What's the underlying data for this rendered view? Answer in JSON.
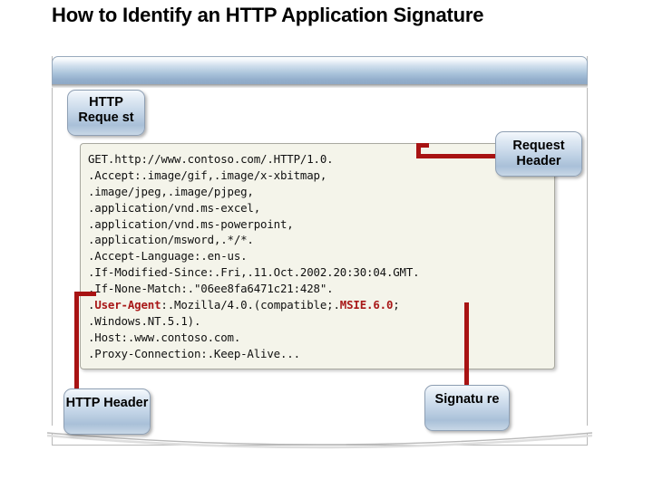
{
  "slide": {
    "title": "How to Identify an HTTP Application Signature"
  },
  "panel": {
    "titlebar_label": ""
  },
  "callouts": [
    {
      "id": "http-request",
      "label": "HTTP Reque st"
    },
    {
      "id": "request-header",
      "label": "Request Header"
    },
    {
      "id": "http-header",
      "label": "HTTP Header"
    },
    {
      "id": "signature",
      "label": "Signatu re"
    }
  ],
  "code": {
    "lines": [
      {
        "text": "GET.http://www.contoso.com/.HTTP/1.0."
      },
      {
        "text": ".Accept:.image/gif,.image/x-xbitmap,"
      },
      {
        "text": ".image/jpeg,.image/pjpeg,"
      },
      {
        "text": ".application/vnd.ms-excel,"
      },
      {
        "text": ".application/vnd.ms-powerpoint,"
      },
      {
        "text": ".application/msword,.*/*."
      },
      {
        "text": ".Accept-Language:.en-us."
      },
      {
        "text": ".If-Modified-Since:.Fri,.11.Oct.2002.20:30:04.GMT."
      },
      {
        "text": ".If-None-Match:.\"06ee8fa6471c21:428\"."
      },
      {
        "segments": [
          {
            "text": ".",
            "highlight": false
          },
          {
            "text": "User-Agent",
            "highlight": true
          },
          {
            "text": ":.Mozilla/4.0.(compatible;.",
            "highlight": false
          },
          {
            "text": "MSIE.6.0",
            "highlight": true
          },
          {
            "text": ";",
            "highlight": false
          }
        ]
      },
      {
        "text": ".Windows.NT.5.1)."
      },
      {
        "text": ".Host:.www.contoso.com."
      },
      {
        "text": ".Proxy-Connection:.Keep-Alive..."
      }
    ]
  },
  "colors": {
    "connector_red": "#a81313",
    "code_highlight_red": "#a81818",
    "callout_blue": "#a9c0d8",
    "titlebar_blue": "#8fa9c6",
    "code_background": "#f4f4ea"
  }
}
